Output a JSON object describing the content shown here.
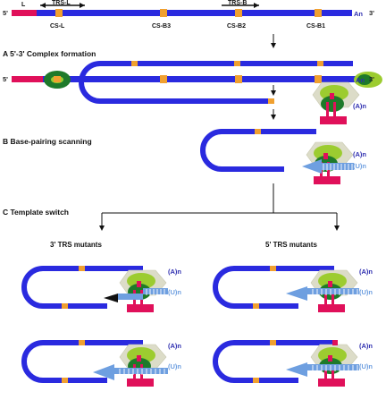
{
  "map": {
    "five_prime": "5'",
    "three_prime": "3'",
    "leader": "L",
    "trs_l": "TRS-L",
    "trs_b": "TRS-B",
    "poly_a": "An",
    "cs_sites": [
      "CS-L",
      "CS-B3",
      "CS-B2",
      "CS-B1"
    ]
  },
  "sections": {
    "a": "A   5'-3' Complex formation",
    "b": "B   Base-pairing scanning",
    "c": "C   Template switch"
  },
  "columns": {
    "left": "3' TRS mutants",
    "right": "5' TRS mutants"
  },
  "strands": {
    "poly_a": "(A)n",
    "poly_u": "(U)n"
  },
  "colors": {
    "genome": "#2a2adf",
    "leader": "#e0105a",
    "cs_site": "#f0a030",
    "complex_light": "#9ccc30",
    "complex_dark": "#1e7a2a",
    "nascent": "#6e9fe0"
  }
}
